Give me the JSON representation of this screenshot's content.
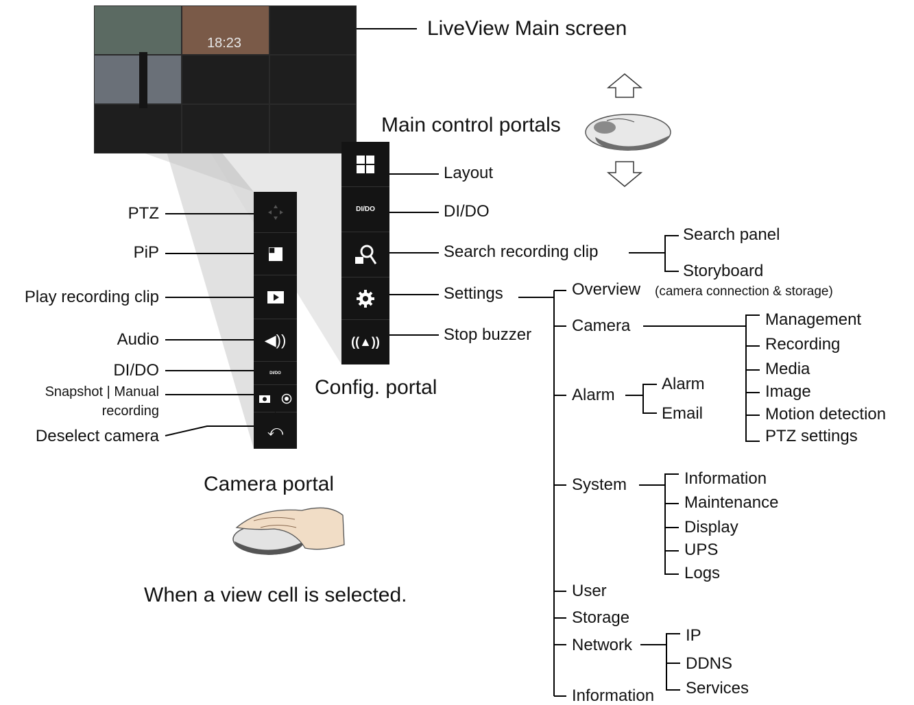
{
  "title": "LiveView Main screen",
  "screen": {
    "clock": "18:23"
  },
  "main_control": {
    "label": "Main control portals"
  },
  "config_portal": {
    "label": "Config. portal",
    "items": [
      {
        "label": "Layout",
        "icon": "grid-icon"
      },
      {
        "label": "DI/DO",
        "icon": "dido-icon",
        "icon_text": "DI/DO"
      },
      {
        "label": "Search recording clip",
        "icon": "search-clip-icon"
      },
      {
        "label": "Settings",
        "icon": "gear-icon"
      },
      {
        "label": "Stop buzzer",
        "icon": "buzzer-icon"
      }
    ]
  },
  "search": {
    "children": [
      "Search panel",
      "Storyboard"
    ]
  },
  "camera_portal": {
    "label": "Camera portal",
    "caption": "When a view cell is selected.",
    "items": [
      {
        "label": "PTZ",
        "icon": "ptz-icon"
      },
      {
        "label": "PiP",
        "icon": "pip-icon"
      },
      {
        "label": "Play recording clip",
        "icon": "play-clip-icon"
      },
      {
        "label": "Audio",
        "icon": "speaker-icon"
      },
      {
        "label": "DI/DO",
        "icon": "dido-small-icon",
        "icon_text": "DI/DO"
      },
      {
        "label": "Snapshot | Manual",
        "label2": "recording",
        "icon": "camera-icon"
      },
      {
        "label": "Deselect camera",
        "icon": "undo-icon"
      }
    ]
  },
  "settings": {
    "overview": "Overview",
    "overview_note": "(camera connection & storage)",
    "camera": {
      "label": "Camera",
      "children": [
        "Management",
        "Recording",
        "Media",
        "Image",
        "Motion detection",
        "PTZ settings"
      ]
    },
    "alarm": {
      "label": "Alarm",
      "children": [
        "Alarm",
        "Email"
      ]
    },
    "system": {
      "label": "System",
      "children": [
        "Information",
        "Maintenance",
        "Display",
        "UPS",
        "Logs"
      ]
    },
    "user": "User",
    "storage": "Storage",
    "network": {
      "label": "Network",
      "children": [
        "IP",
        "DDNS",
        "Services"
      ]
    },
    "information": "Information"
  }
}
